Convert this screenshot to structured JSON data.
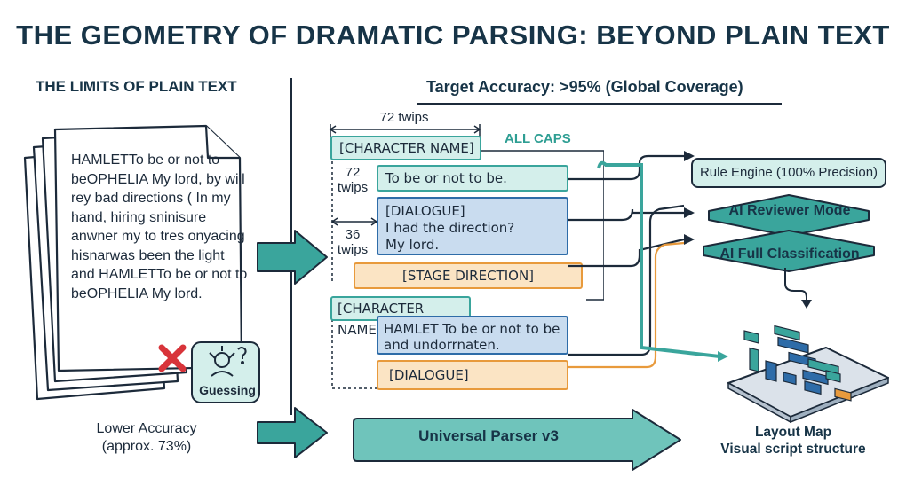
{
  "title": "THE GEOMETRY OF DRAMATIC PARSING: BEYOND PLAIN TEXT",
  "left_section": {
    "heading": "THE LIMITS OF PLAIN TEXT",
    "document_text": "HAMLETTo be or not to beOPHELIA My lord, by will rey bad directions ( In my hand, hiring sninisure anwner my to tres onyacing hisnarwas been the light and HAMLETTo be or not to beOPHELIA My lord.",
    "guess_label": "Guessing",
    "accuracy_line1": "Lower Accuracy",
    "accuracy_line2": "(approx. 73%)"
  },
  "right_section": {
    "heading": "Target Accuracy: >95% (Global Coverage)",
    "measure_top": "72 twips",
    "measure_left1_a": "72",
    "measure_left1_b": "twips",
    "measure_left2_a": "36",
    "measure_left2_b": "twips",
    "all_caps": "ALL CAPS",
    "blocks": {
      "character_name_1": "[CHARACTER NAME]",
      "dialogue_line_1": "To be or not to be.",
      "dialogue_block_1": "[DIALOGUE]",
      "dialogue_block_2": "I had the direction?",
      "dialogue_block_3": "My lord.",
      "stage_direction": "[STAGE DIRECTION]",
      "character_name_2": "[CHARACTER NAME]",
      "dialogue_line_2a": "HAMLET To be or not to be",
      "dialogue_line_2b": "and undorrnaten.",
      "dialogue_block_4": "[DIALOGUE]"
    },
    "engines": {
      "rule_engine": "Rule Engine (100% Precision)",
      "ai_reviewer": "AI Reviewer Mode",
      "ai_full": "AI Full Classification"
    },
    "parser_label": "Universal Parser v3",
    "layout_label_1": "Layout Map",
    "layout_label_2": "Visual script structure"
  },
  "colors": {
    "teal": "#3aa59c",
    "teal_dark": "#2a8f87",
    "blue": "#2e6ca8",
    "orange": "#e89a3c",
    "navy": "#173447",
    "error_red": "#d8343a"
  }
}
